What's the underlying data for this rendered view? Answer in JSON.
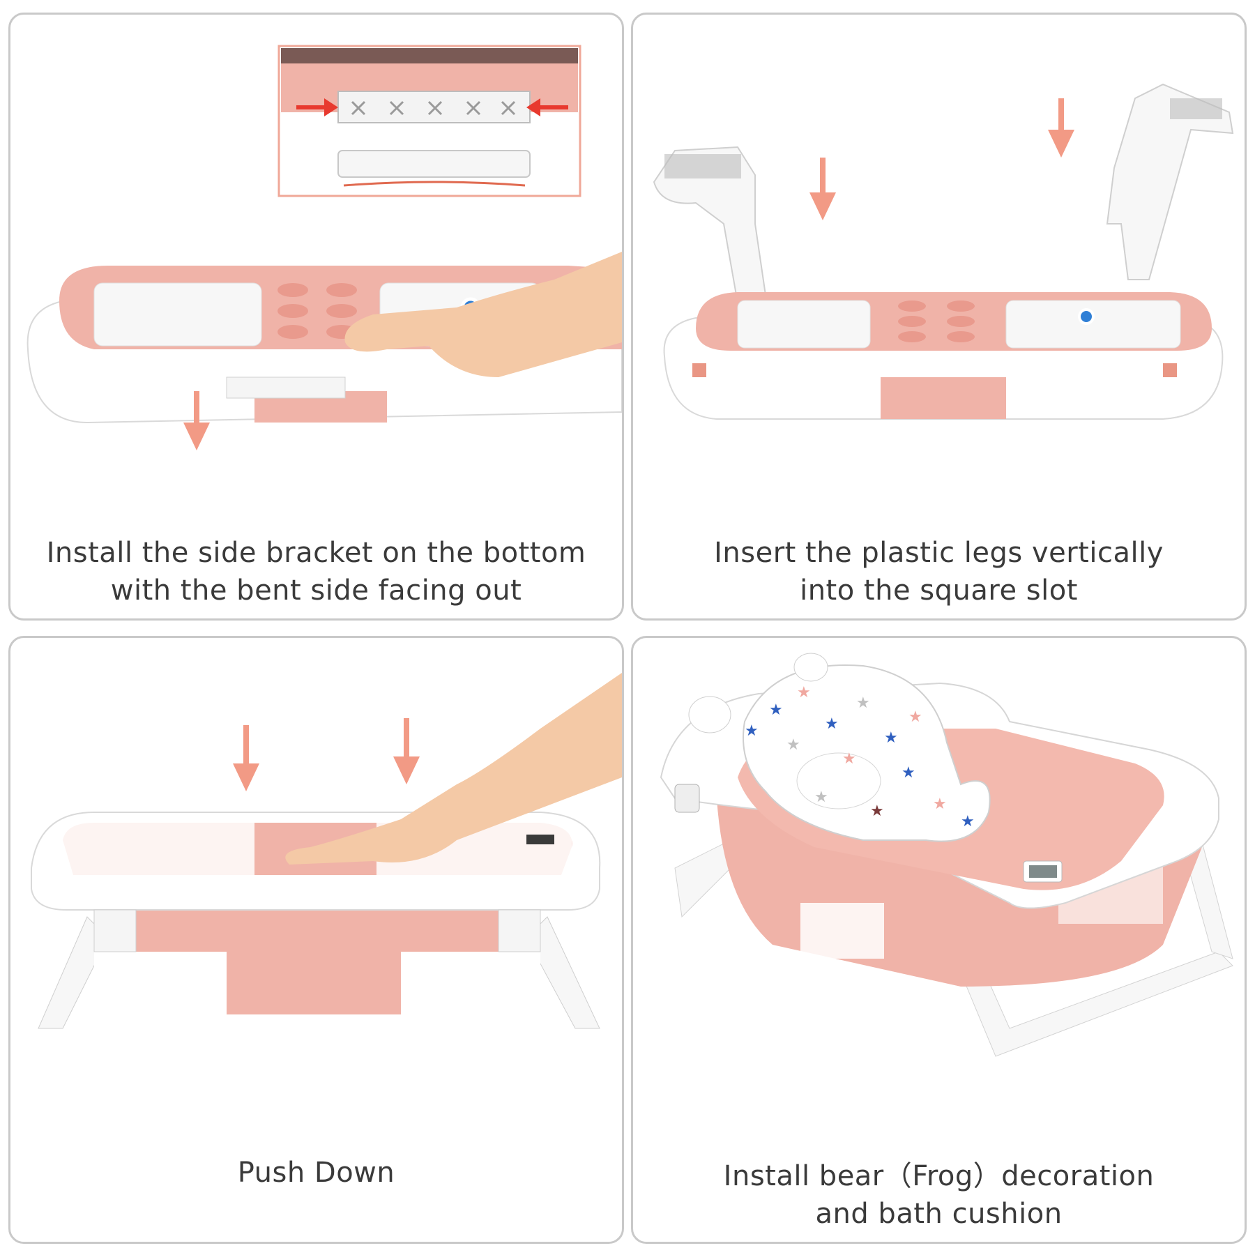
{
  "panels": [
    {
      "id": "step-1",
      "caption_lines": [
        "Install the side bracket on the bottom",
        "with the bent side facing out"
      ]
    },
    {
      "id": "step-2",
      "caption_lines": [
        "Insert the plastic legs vertically",
        "into the square slot"
      ]
    },
    {
      "id": "step-3",
      "caption_lines": [
        "Push Down"
      ]
    },
    {
      "id": "step-4",
      "caption_lines": [
        "Install bear（Frog）decoration",
        "and bath cushion"
      ]
    }
  ],
  "colors": {
    "tub_pink": "#f0b3a8",
    "tub_white": "#ffffff",
    "arrow": "#f29a85",
    "border": "#c9c9c9",
    "caption": "#3a3a3a",
    "skin": "#f4c9a6",
    "inset_border": "#f0a898",
    "red_arrow": "#e8392e"
  }
}
